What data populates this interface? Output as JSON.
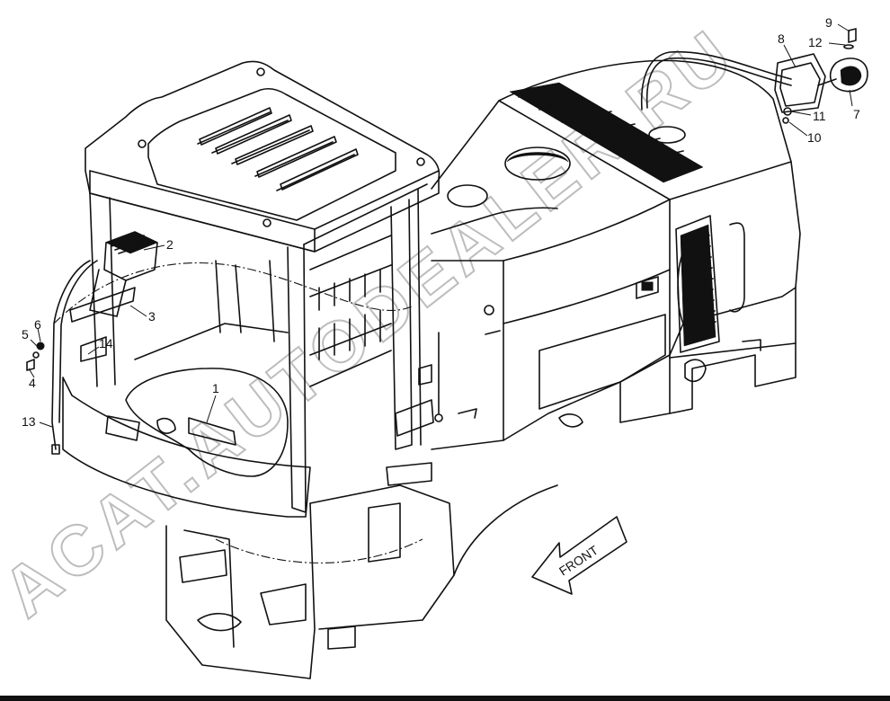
{
  "callouts": [
    {
      "id": "1",
      "text": "1"
    },
    {
      "id": "2",
      "text": "2"
    },
    {
      "id": "3",
      "text": "3"
    },
    {
      "id": "4",
      "text": "4"
    },
    {
      "id": "5",
      "text": "5"
    },
    {
      "id": "6",
      "text": "6"
    },
    {
      "id": "7",
      "text": "7"
    },
    {
      "id": "8",
      "text": "8"
    },
    {
      "id": "9",
      "text": "9"
    },
    {
      "id": "10",
      "text": "10"
    },
    {
      "id": "11",
      "text": "11"
    },
    {
      "id": "12",
      "text": "12"
    },
    {
      "id": "13",
      "text": "13"
    },
    {
      "id": "14",
      "text": "14"
    }
  ],
  "front_arrow": {
    "text": "FRONT"
  },
  "watermark": {
    "text": "ACAT.AUTODEALER.RU"
  }
}
